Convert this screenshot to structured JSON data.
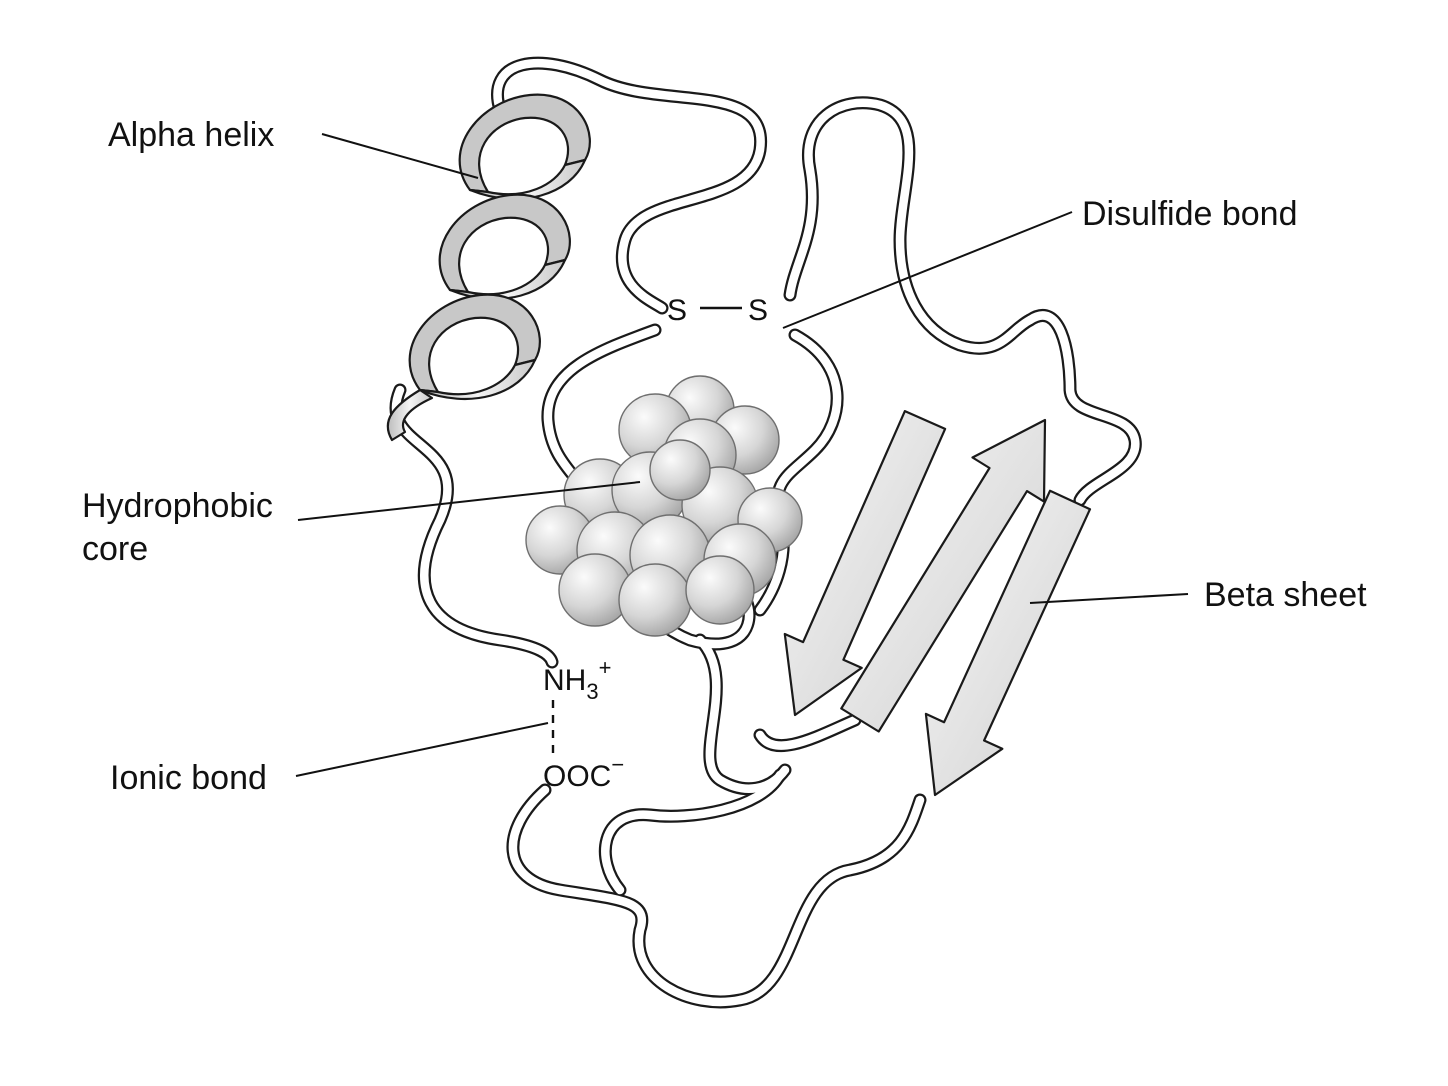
{
  "labels": {
    "alpha_helix": "Alpha helix",
    "disulfide_bond": "Disulfide bond",
    "hydrophobic_core_line1": "Hydrophobic",
    "hydrophobic_core_line2": "core",
    "beta_sheet": "Beta sheet",
    "ionic_bond": "Ionic bond"
  },
  "chemistry": {
    "sulfur_left": "S",
    "sulfur_right": "S",
    "amine_base": "NH",
    "amine_subscript": "3",
    "amine_charge": "+",
    "carboxylate_base": "OOC",
    "carboxylate_charge": "−"
  },
  "colors": {
    "background": "#ffffff",
    "line": "#1a1a1a",
    "ribbon_fill": "#eeeeee",
    "sphere_light": "#f2f2f2",
    "sphere_dark": "#a9a9a9"
  }
}
